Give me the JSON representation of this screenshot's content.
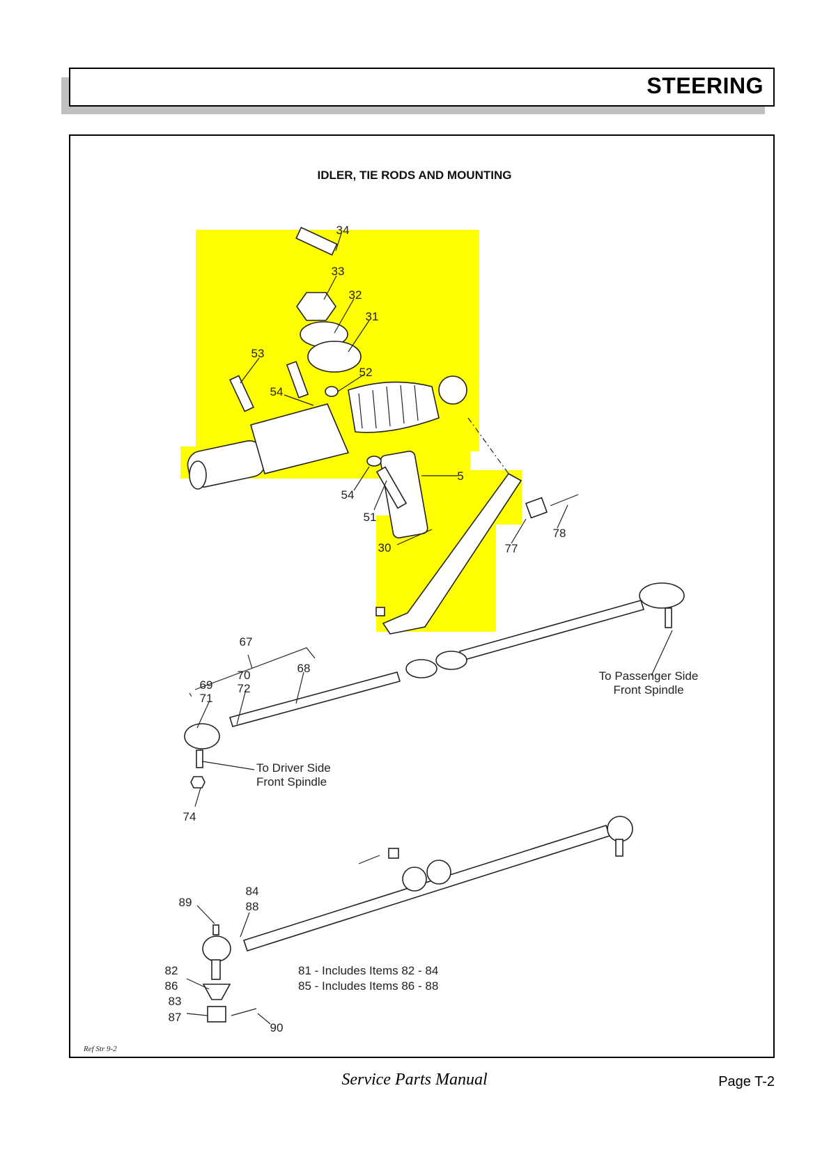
{
  "header": {
    "section": "STEERING"
  },
  "diagram": {
    "title": "IDLER, TIE RODS AND MOUNTING",
    "highlight_color": "#ffff00",
    "callouts": [
      "34",
      "33",
      "32",
      "31",
      "53",
      "54",
      "52",
      "5",
      "54",
      "51",
      "30",
      "77",
      "78",
      "67",
      "70",
      "72",
      "69",
      "71",
      "68",
      "74",
      "89",
      "84",
      "88",
      "82",
      "86",
      "83",
      "87",
      "90"
    ],
    "passenger_note": [
      "To Passenger Side",
      "Front Spindle"
    ],
    "driver_note": [
      "To Driver Side",
      "Front Spindle"
    ],
    "legend": [
      "81 - Includes Items 82 - 84",
      "85 - Includes Items 86 - 88"
    ],
    "ref": "Ref Str 9-2"
  },
  "footer": {
    "manual": "Service Parts Manual",
    "page": "Page T-2"
  }
}
